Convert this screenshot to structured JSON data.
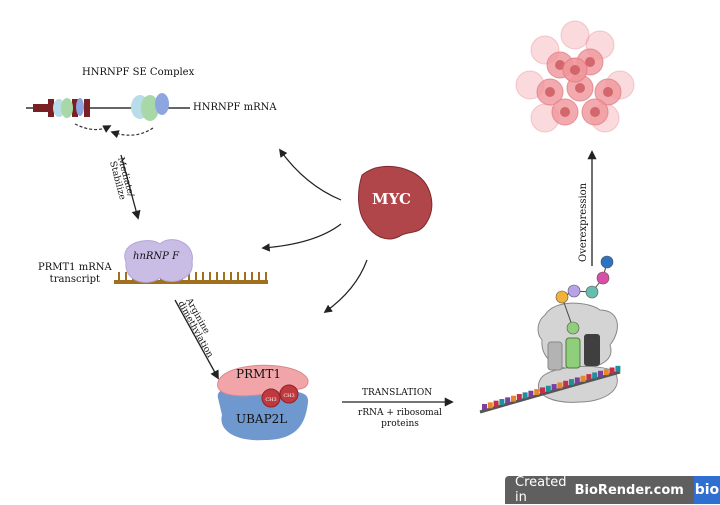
{
  "diagram": {
    "hnrnpf_complex": {
      "title": "HNRNPF SE Complex",
      "mrna_label": "HNRNPF mRNA"
    },
    "mediate_arrow": {
      "line1": "Mediate/",
      "line2": "Stabilize"
    },
    "prmt1_transcript": {
      "label_line1": "PRMT1 mRNA",
      "label_line2": "transcript",
      "protein_label": "hnRNP F"
    },
    "methylation_arrow": {
      "line1": "Arginine",
      "line2": "dimethylation"
    },
    "complex": {
      "top_label": "PRMT1",
      "bottom_label": "UBAP2L",
      "methyl_1": "CH3",
      "methyl_2": "CH3"
    },
    "translation_arrow": {
      "above": "TRANSLATION",
      "below_line1": "rRNA + ribosomal",
      "below_line2": "proteins"
    },
    "myc": {
      "label": "MYC",
      "color": "#b0464a"
    },
    "overexpression_arrow": {
      "label": "Overexpression"
    },
    "colors": {
      "dna_marker": "#7a1f24",
      "mrna_strand": "#a0701f",
      "hnrnpf_protein": "#c9bde6",
      "prmt1": "#f2a5a8",
      "ubap2l": "#6f98cf",
      "methyl": "#c0393f",
      "tumor": "#f0959a"
    }
  },
  "footer": {
    "prefix": "Created in",
    "brand": "BioRender.com",
    "logo": "bio"
  }
}
